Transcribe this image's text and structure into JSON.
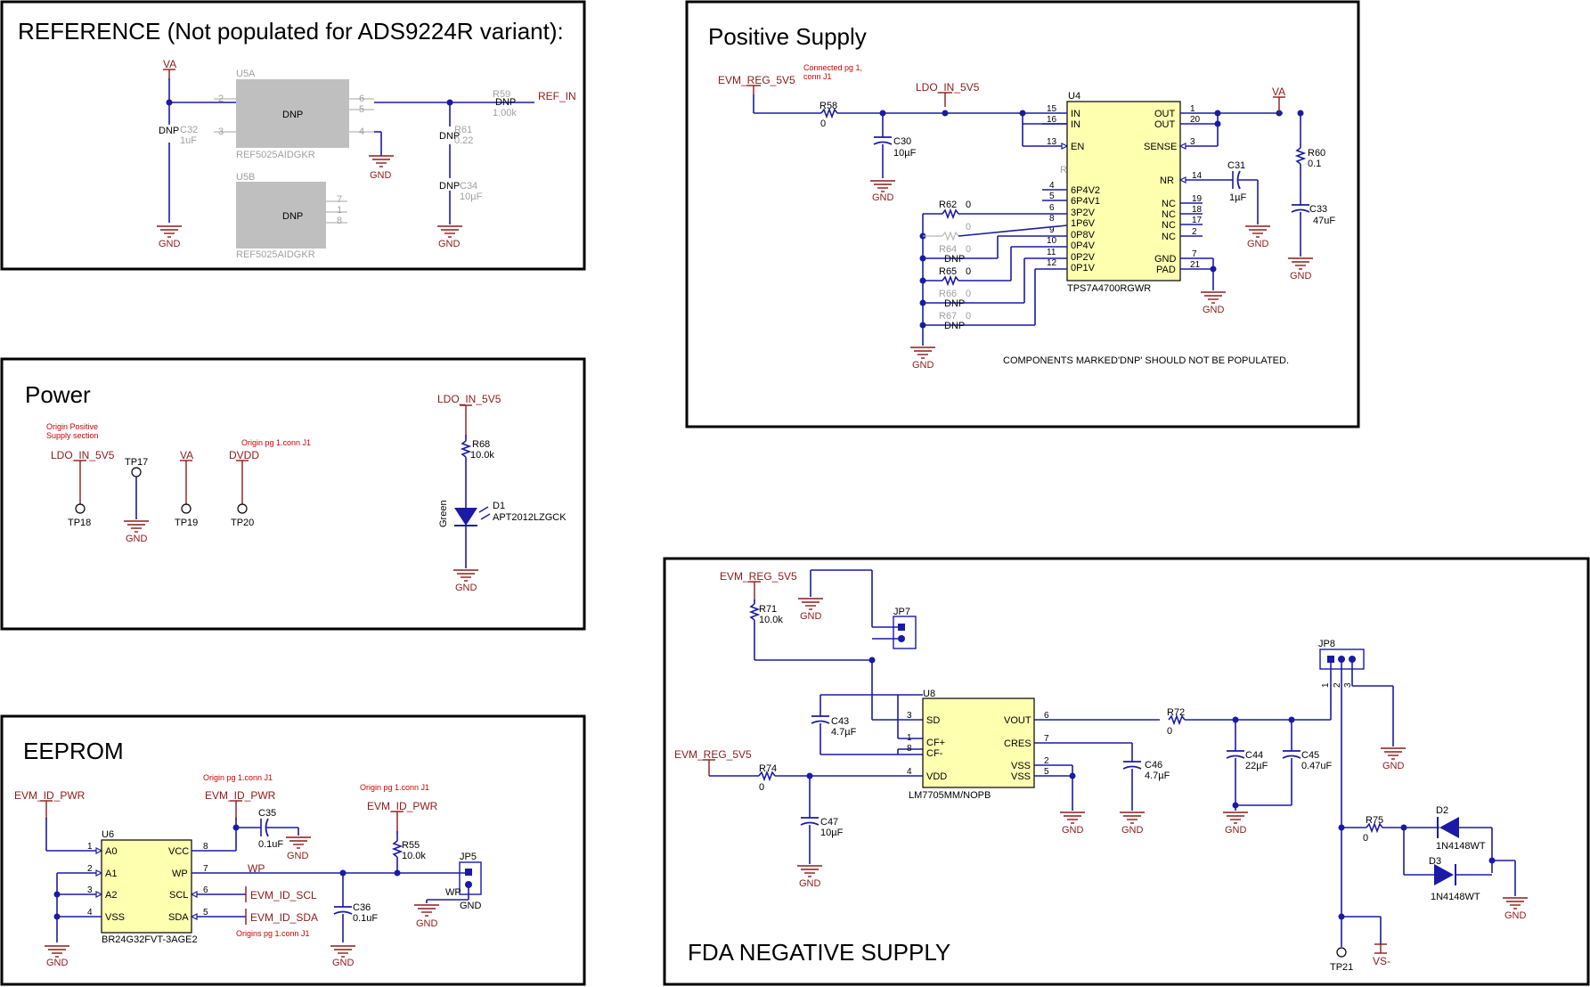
{
  "sections": {
    "reference": {
      "title": "REFERENCE (Not populated for ADS9224R variant):",
      "va": "VA",
      "gnd": "GND",
      "u5a": "U5A",
      "u5b": "U5B",
      "u5_part": "REF5025AIDGKR",
      "dnp": "DNP",
      "c32": "C32",
      "c32_val": "1uF",
      "r59": "R59",
      "r59_val": "1.00k",
      "r61": "R61",
      "r61_val": "0.22",
      "c34": "C34",
      "c34_val": "10µF",
      "ref_in": "REF_IN",
      "pins": [
        "2",
        "3",
        "6",
        "5",
        "4",
        "7",
        "1",
        "8"
      ]
    },
    "positive": {
      "title": "Positive Supply",
      "evm_reg": "EVM_REG_5V5",
      "note_conn": "Connected pg 1,",
      "note_conn2": "conn J1",
      "ldo_in": "LDO_IN_5V5",
      "va": "VA",
      "r58": "R58",
      "r58_val": "0",
      "c30": "C30",
      "c30_val": "10µF",
      "u4": "U4",
      "u4_part": "TPS7A4700RGWR",
      "left_pins": [
        {
          "num": "15",
          "name": "IN"
        },
        {
          "num": "16",
          "name": "IN"
        },
        {
          "num": "13",
          "name": "EN"
        },
        {
          "num": "4",
          "name": "6P4V2"
        },
        {
          "num": "5",
          "name": "6P4V1"
        },
        {
          "num": "6",
          "name": "3P2V"
        },
        {
          "num": "8",
          "name": "1P6V"
        },
        {
          "num": "9",
          "name": "0P8V"
        },
        {
          "num": "10",
          "name": "0P4V"
        },
        {
          "num": "11",
          "name": "0P2V"
        },
        {
          "num": "12",
          "name": "0P1V"
        }
      ],
      "right_pins": [
        {
          "num": "1",
          "name": "OUT"
        },
        {
          "num": "20",
          "name": "OUT"
        },
        {
          "num": "3",
          "name": "SENSE"
        },
        {
          "num": "14",
          "name": "NR"
        },
        {
          "num": "19",
          "name": "NC"
        },
        {
          "num": "18",
          "name": "NC"
        },
        {
          "num": "17",
          "name": "NC"
        },
        {
          "num": "2",
          "name": "NC"
        },
        {
          "num": "7",
          "name": "GND"
        },
        {
          "num": "21",
          "name": "PAD"
        }
      ],
      "r_mark": "R",
      "c31": "C31",
      "c31_val": "1µF",
      "r60": "R60",
      "r60_val": "0.1",
      "c33": "C33",
      "c33_val": "47uF",
      "r62": "R62",
      "r62_val": "0",
      "r63_val": "0",
      "r64": "R64",
      "r64_val": "0",
      "r65": "R65",
      "r65_val": "0",
      "r66": "R66",
      "r66_val": "0",
      "r67": "R67",
      "r67_val": "0",
      "dnp": "DNP",
      "gnd": "GND",
      "note": "COMPONENTS MARKED'DNP' SHOULD NOT BE POPULATED."
    },
    "power": {
      "title": "Power",
      "note_origin": "Origin Positive",
      "note_origin2": "Supply section",
      "note_origin_dvdd": "Origin pg 1.conn J1",
      "ldo_in": "LDO_IN_5V5",
      "tp17": "TP17",
      "va": "VA",
      "dvdd": "DVDD",
      "tp18": "TP18",
      "tp19": "TP19",
      "tp20": "TP20",
      "gnd": "GND",
      "ldo_in_led": "LDO_IN_5V5",
      "r68": "R68",
      "r68_val": "10.0k",
      "d1": "D1",
      "d1_part": "APT2012LZGCK",
      "green": "Green"
    },
    "eeprom": {
      "title": "EEPROM",
      "evm_id_pwr": "EVM_ID_PWR",
      "note_origin": "Origin pg 1.conn J1",
      "note_origin2": "Origin pg 1.conn J1",
      "note_origins": "Origins pg 1.conn J1",
      "u6": "U6",
      "u6_part": "BR24G32FVT-3AGE2",
      "left_pins": [
        {
          "num": "1",
          "name": "A0"
        },
        {
          "num": "2",
          "name": "A1"
        },
        {
          "num": "3",
          "name": "A2"
        },
        {
          "num": "4",
          "name": "VSS"
        }
      ],
      "right_pins": [
        {
          "num": "8",
          "name": "VCC"
        },
        {
          "num": "7",
          "name": "WP"
        },
        {
          "num": "6",
          "name": "SCL"
        },
        {
          "num": "5",
          "name": "SDA"
        }
      ],
      "c35": "C35",
      "c35_val": "0.1uF",
      "wp": "WP",
      "evm_id_scl": "EVM_ID_SCL",
      "evm_id_sda": "EVM_ID_SDA",
      "r55": "R55",
      "r55_val": "10.0k",
      "jp5": "JP5",
      "wp_short": "WP",
      "c36": "C36",
      "c36_val": "0.1uF",
      "gnd": "GND"
    },
    "fda": {
      "title": "FDA NEGATIVE SUPPLY",
      "evm_reg": "EVM_REG_5V5",
      "r71": "R71",
      "r71_val": "10.0k",
      "jp7": "JP7",
      "jp8": "JP8",
      "u8": "U8",
      "u8_part": "LM7705MM/NOPB",
      "left_pins": [
        {
          "num": "3",
          "name": "SD"
        },
        {
          "num": "1",
          "name": "CF+"
        },
        {
          "num": "8",
          "name": "CF-"
        },
        {
          "num": "4",
          "name": "VDD"
        }
      ],
      "right_pins": [
        {
          "num": "6",
          "name": "VOUT"
        },
        {
          "num": "7",
          "name": "CRES"
        },
        {
          "num": "2",
          "name": "VSS"
        },
        {
          "num": "5",
          "name": "VSS"
        }
      ],
      "c43": "C43",
      "c43_val": "4.7µF",
      "c46": "C46",
      "c46_val": "4.7µF",
      "r72": "R72",
      "r72_val": "0",
      "c44": "C44",
      "c44_val": "22µF",
      "c45": "C45",
      "c45_val": "0.47uF",
      "r74": "R74",
      "r74_val": "0",
      "c47": "C47",
      "c47_val": "10µF",
      "r75": "R75",
      "r75_val": "0",
      "d2": "D2",
      "d3": "D3",
      "diode_part": "1N4148WT",
      "tp21": "TP21",
      "vs_minus": "VS-",
      "jp8_pins": [
        "1",
        "2",
        "3"
      ],
      "gnd": "GND"
    }
  }
}
